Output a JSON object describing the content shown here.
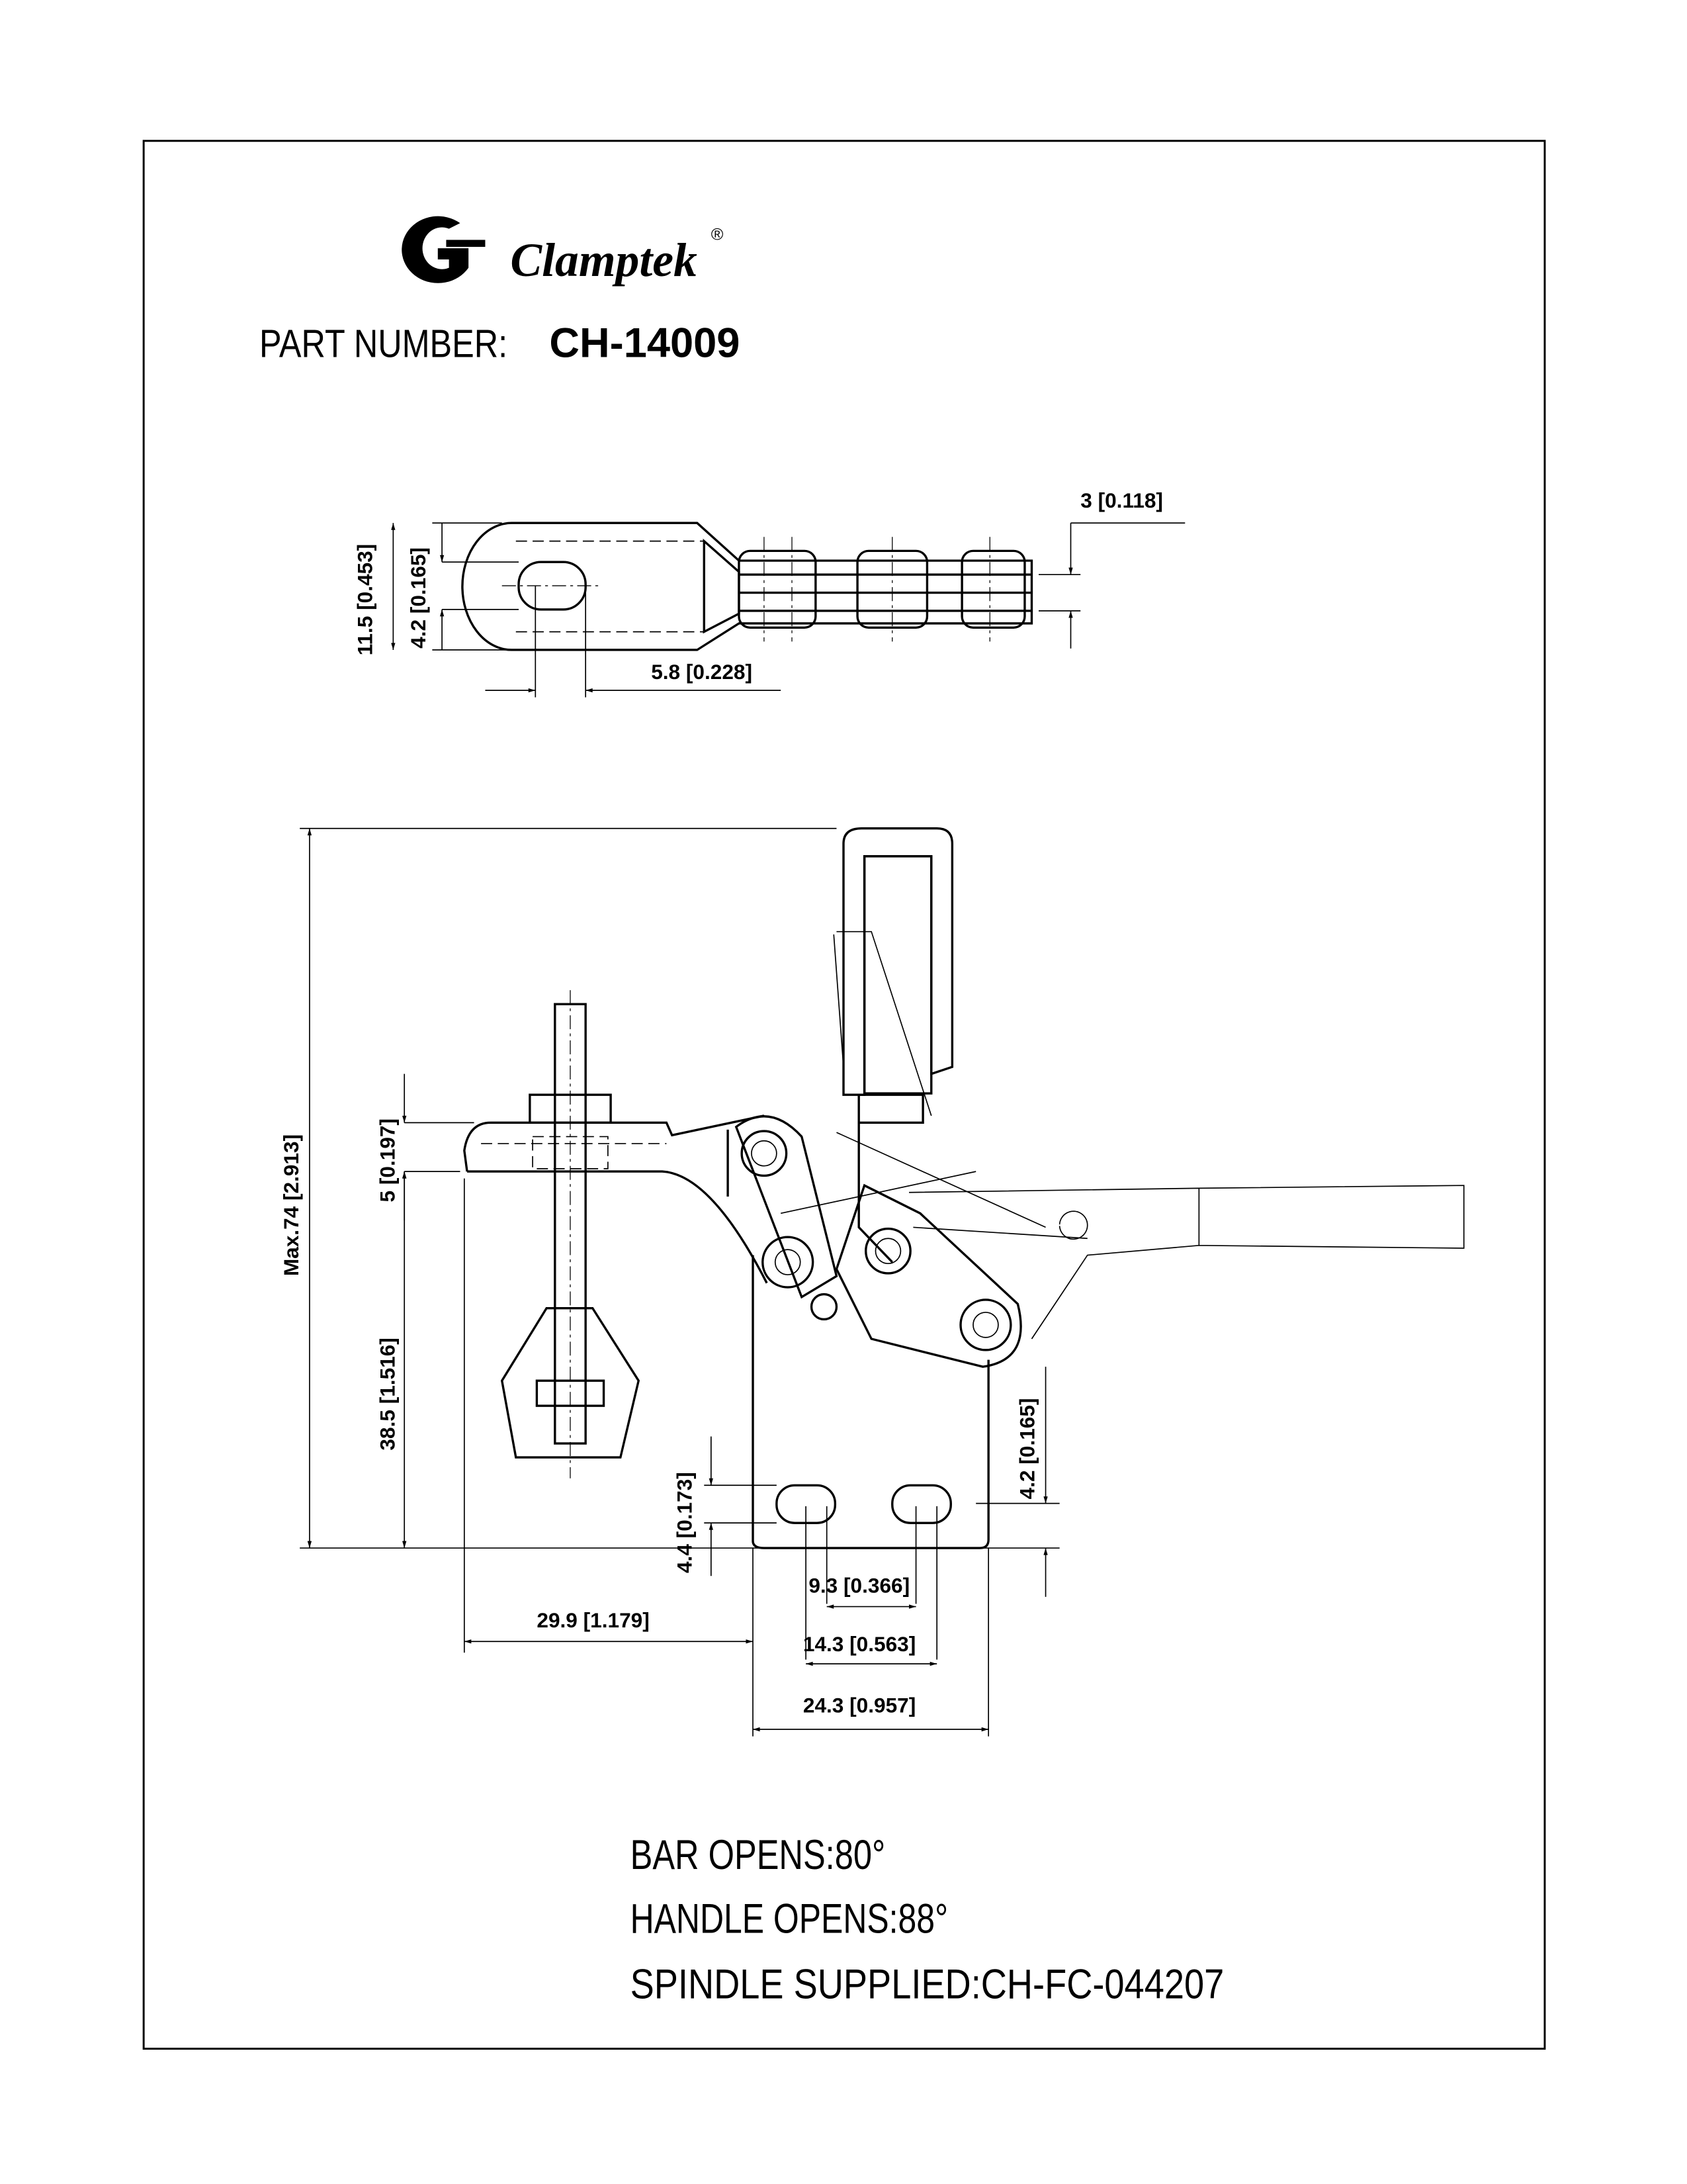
{
  "brand": {
    "name": "Clamptek",
    "registered_mark": "®",
    "logo_icon": "clamptek-g-logo"
  },
  "part": {
    "label": "PART NUMBER:",
    "value": "CH-14009"
  },
  "top_view_dimensions": {
    "overall_width": "11.5 [0.453]",
    "slot_width": "4.2 [0.165]",
    "slot_length": "5.8 [0.228]",
    "thickness": "3 [0.118]"
  },
  "side_view_dimensions": {
    "max_height": "Max.74 [2.913]",
    "arm_thickness": "5 [0.197]",
    "spindle_height": "38.5 [1.516]",
    "hole_height": "4.4 [0.173]",
    "hole_offset": "4.2 [0.165]",
    "reach": "29.9 [1.179]",
    "hole_pitch_inner": "9.3 [0.366]",
    "hole_pitch_outer": "14.3 [0.563]",
    "base_width": "24.3 [0.957]"
  },
  "notes": [
    "BAR OPENS:80°",
    "HANDLE OPENS:88°",
    "SPINDLE SUPPLIED:CH-FC-044207"
  ]
}
